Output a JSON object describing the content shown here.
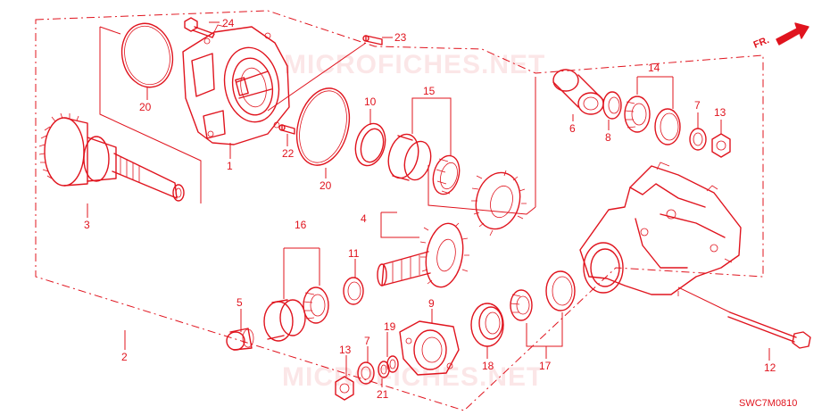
{
  "diagram": {
    "code": "SWC7M0810",
    "watermark": "MICROFICHES.NET",
    "front_arrow_label": "FR.",
    "accent_color": "#e0141e",
    "labels": {
      "p1": "1",
      "p2": "2",
      "p3": "3",
      "p4": "4",
      "p5": "5",
      "p6": "6",
      "p7a": "7",
      "p7b": "7",
      "p8": "8",
      "p9": "9",
      "p10": "10",
      "p11": "11",
      "p12": "12",
      "p13a": "13",
      "p13b": "13",
      "p14": "14",
      "p15": "15",
      "p16": "16",
      "p17": "17",
      "p18": "18",
      "p19": "19",
      "p20a": "20",
      "p20b": "20",
      "p21": "21",
      "p22": "22",
      "p23": "23",
      "p24": "24"
    }
  }
}
